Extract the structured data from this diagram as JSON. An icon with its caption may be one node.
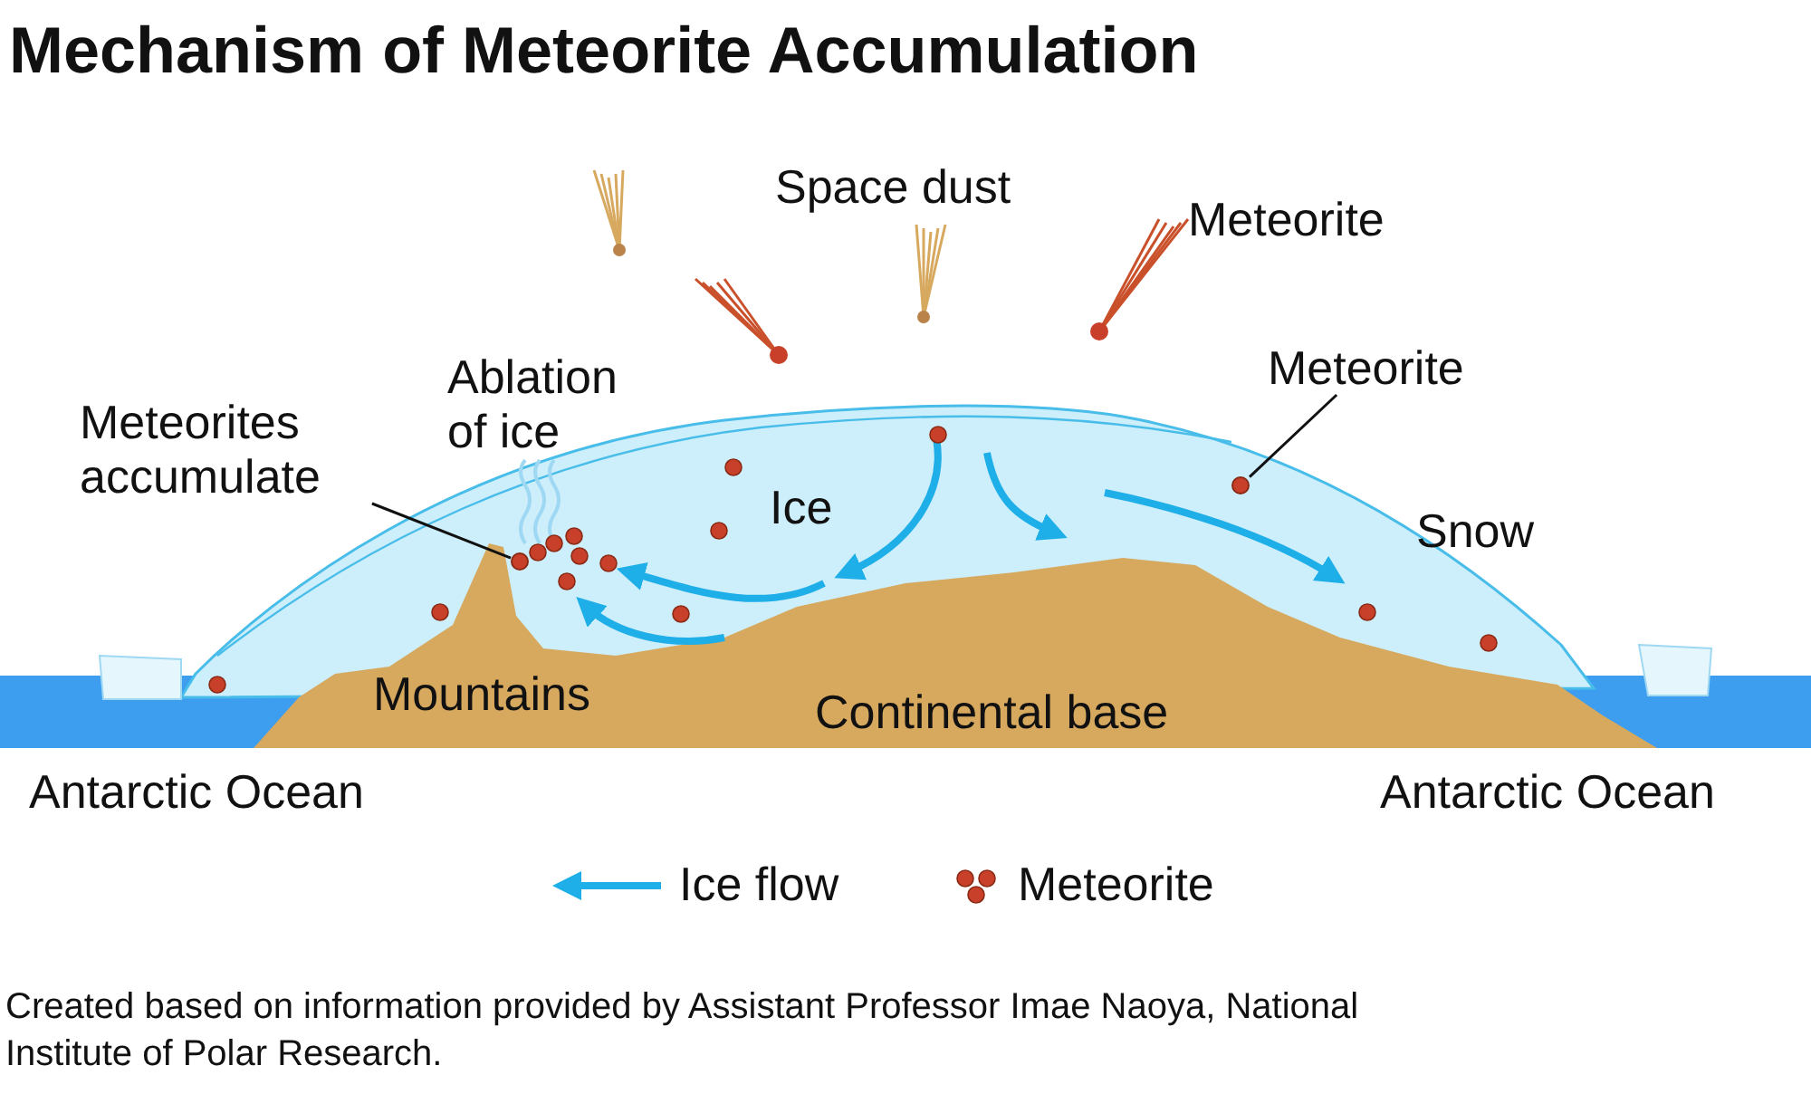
{
  "diagram": {
    "title": "Mechanism of Meteorite Accumulation",
    "caption": "Created based on information provided by Assistant Professor Imae Naoya, National Institute of Polar Research.",
    "nodes": [
      {
        "text": [
          "Meteorites accumulate"
        ]
      },
      {
        "text": [],
        "shape": "circle"
      },
      {
        "text": [
          "Meteorite"
        ]
      },
      {
        "text": [],
        "shape": "circle"
      }
    ],
    "edges": [
      {
        "from": 0,
        "to": 1,
        "arrow": "none"
      },
      {
        "from": 2,
        "to": 3,
        "arrow": "none"
      }
    ],
    "labels": [
      "Space dust",
      "Meteorite",
      "Ablation of ice",
      "Ice",
      "Snow",
      "Mountains",
      "Continental base",
      "Antarctic Ocean",
      "Antarctic Ocean"
    ],
    "legend": [
      {
        "text": "Ice flow"
      },
      {
        "text": "Meteorite"
      }
    ]
  }
}
